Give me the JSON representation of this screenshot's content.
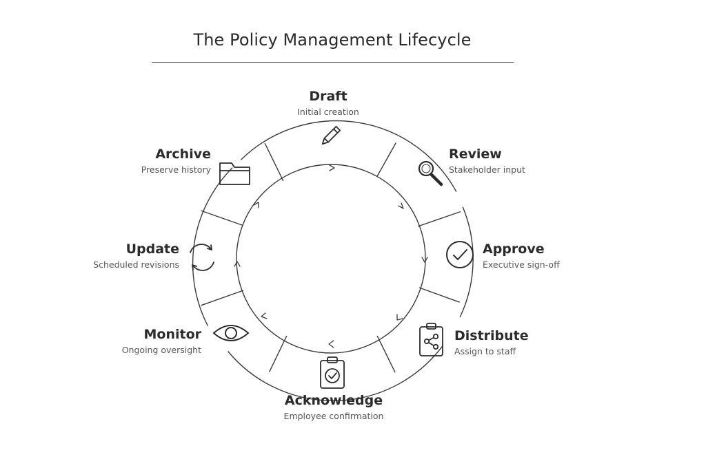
{
  "title": "The Policy Management Lifecycle",
  "stages": [
    {
      "id": "draft",
      "name": "Draft",
      "description": "Initial creation",
      "icon": "pencil-icon"
    },
    {
      "id": "review",
      "name": "Review",
      "description": "Stakeholder input",
      "icon": "magnifier-icon"
    },
    {
      "id": "approve",
      "name": "Approve",
      "description": "Executive sign-off",
      "icon": "checkmark-circle-icon"
    },
    {
      "id": "distribute",
      "name": "Distribute",
      "description": "Assign to staff",
      "icon": "clipboard-share-icon"
    },
    {
      "id": "acknowledge",
      "name": "Acknowledge",
      "description": "Employee confirmation",
      "icon": "clipboard-check-icon"
    },
    {
      "id": "monitor",
      "name": "Monitor",
      "description": "Ongoing oversight",
      "icon": "eye-icon"
    },
    {
      "id": "update",
      "name": "Update",
      "description": "Scheduled revisions",
      "icon": "refresh-icon"
    },
    {
      "id": "archive",
      "name": "Archive",
      "description": "Preserve history",
      "icon": "folder-icon"
    }
  ],
  "colors": {
    "stroke": "#3a3a3a",
    "text": "#2b2b2b",
    "subtext": "#555555"
  }
}
